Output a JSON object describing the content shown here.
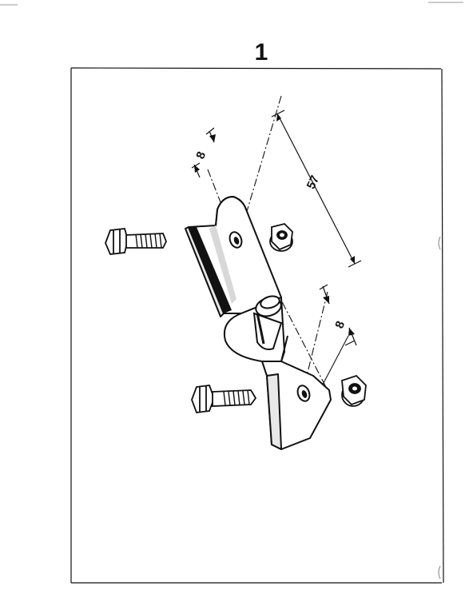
{
  "page": {
    "number": "1"
  },
  "diagram": {
    "dimensions": {
      "top_gap": "8",
      "spacing": "57",
      "bottom_gap": "8"
    }
  }
}
